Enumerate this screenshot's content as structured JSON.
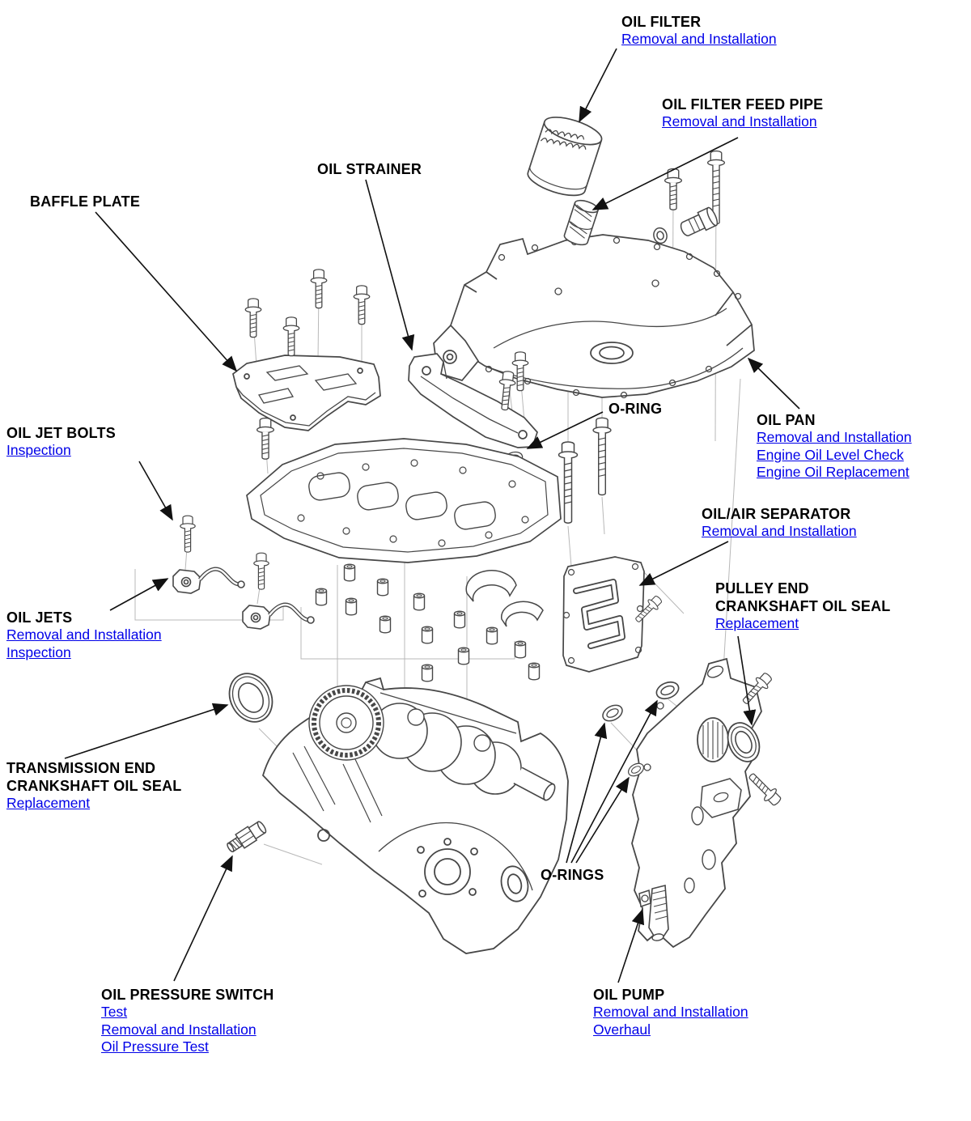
{
  "page": {
    "background": "#ffffff",
    "text_color": "#000000",
    "link_color": "#0000e8",
    "line_color": "#474747"
  },
  "labels": {
    "oil_filter": {
      "title": "OIL FILTER",
      "links": [
        "Removal and Installation"
      ]
    },
    "oil_filter_feed_pipe": {
      "title": "OIL FILTER FEED PIPE",
      "links": [
        "Removal and Installation"
      ]
    },
    "oil_strainer": {
      "title": "OIL STRAINER",
      "links": []
    },
    "baffle_plate": {
      "title": "BAFFLE PLATE",
      "links": []
    },
    "o_ring": {
      "title": "O-RING",
      "links": []
    },
    "oil_pan": {
      "title": "OIL PAN",
      "links": [
        "Removal and Installation",
        "Engine Oil Level Check",
        "Engine Oil Replacement"
      ]
    },
    "oil_jet_bolts": {
      "title": "OIL JET BOLTS",
      "links": [
        "Inspection"
      ]
    },
    "oil_air_separator": {
      "title": "OIL/AIR SEPARATOR",
      "links": [
        "Removal and Installation"
      ]
    },
    "pulley_end_crankshaft_oil_seal": {
      "title": "PULLEY END\nCRANKSHAFT OIL SEAL",
      "links": [
        "Replacement"
      ]
    },
    "oil_jets": {
      "title": "OIL JETS",
      "links": [
        "Removal and Installation",
        "Inspection"
      ]
    },
    "transmission_end_crankshaft_oil_seal": {
      "title": "TRANSMISSION END\nCRANKSHAFT OIL SEAL",
      "links": [
        "Replacement"
      ]
    },
    "o_rings": {
      "title": "O-RINGS",
      "links": []
    },
    "oil_pressure_switch": {
      "title": "OIL PRESSURE SWITCH",
      "links": [
        "Test",
        "Removal and Installation",
        "Oil Pressure Test"
      ]
    },
    "oil_pump": {
      "title": "OIL PUMP",
      "links": [
        "Removal and Installation",
        "Overhaul"
      ]
    }
  }
}
